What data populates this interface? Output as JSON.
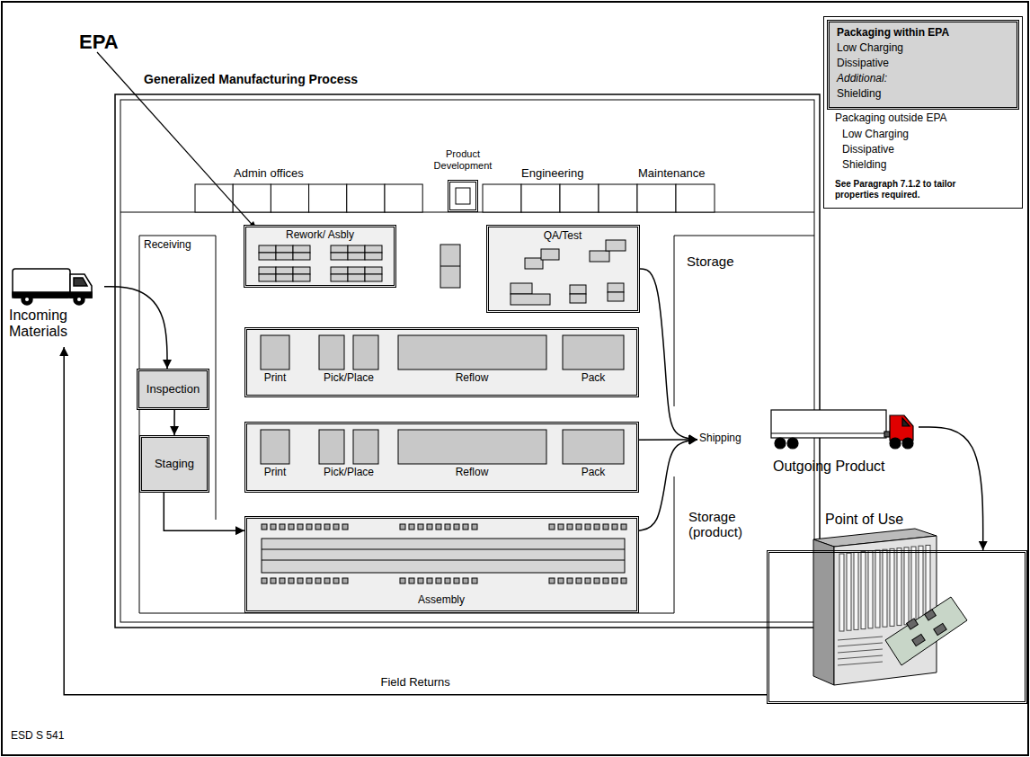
{
  "diagram": {
    "title": "Generalized Manufacturing Process",
    "nodes": [
      {
        "text": [
          "Product Development"
        ]
      },
      {
        "text": [
          "Incoming Materials"
        ]
      },
      {
        "text": [
          "Rework/ Asbly"
        ]
      },
      {
        "text": [
          "QA/Test"
        ]
      },
      {
        "text": [
          "Inspection"
        ]
      },
      {
        "text": [
          "Staging"
        ]
      },
      {
        "text": [
          "Print",
          "Pick/Place",
          "Reflow",
          "Pack"
        ]
      },
      {
        "text": [
          "Print",
          "Pick/Place",
          "Reflow",
          "Pack"
        ]
      },
      {
        "text": [
          "Assembly"
        ]
      },
      {
        "text": [
          "Shipping"
        ]
      },
      {
        "text": [
          "Outgoing Product"
        ]
      },
      {
        "text": [
          "Point of Use"
        ]
      },
      {
        "text": [
          "Packaging outside EPA",
          "Low Charging",
          "Dissipative",
          "Shielding",
          "See Paragraph 7.1.2 to tailor properties required."
        ]
      },
      {
        "text": [
          "Packaging within EPA",
          "Low Charging",
          "Dissipative",
          "Additional:",
          "Shielding"
        ],
        "in": 12
      }
    ],
    "edges": [
      {
        "from": 1,
        "to": 4,
        "arrow": "to"
      },
      {
        "from": 4,
        "to": 5,
        "arrow": "to"
      },
      {
        "from": 5,
        "to": 8,
        "arrow": "to"
      },
      {
        "from": 3,
        "to": 9,
        "arrow": "to"
      },
      {
        "from": 7,
        "to": 9,
        "arrow": "to"
      },
      {
        "from": 8,
        "to": 9,
        "arrow": "to"
      },
      {
        "from": 10,
        "to": 11,
        "arrow": "to"
      },
      {
        "from": 11,
        "to": 1,
        "label": "Field Returns",
        "arrow": "to"
      }
    ],
    "labels": [
      "EPA",
      "Admin offices",
      "Engineering",
      "Maintenance",
      "Receiving",
      "Storage",
      "Storage (product)",
      "ESD S 541"
    ]
  }
}
